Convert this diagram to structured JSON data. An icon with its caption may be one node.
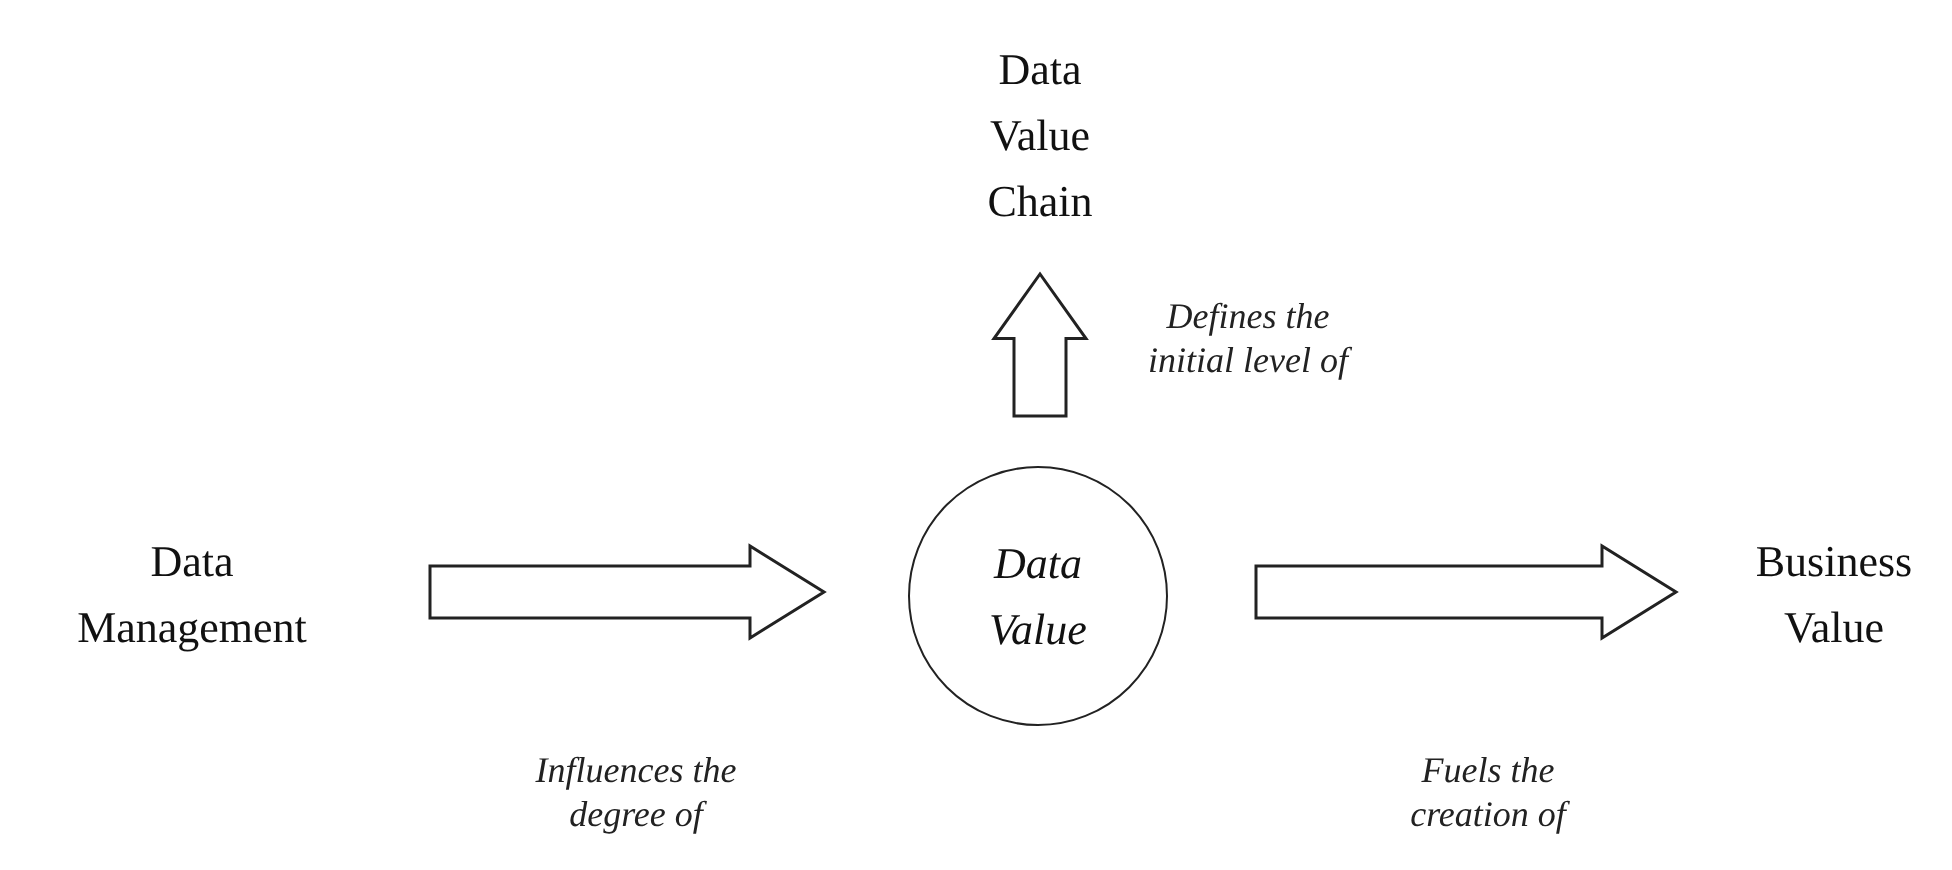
{
  "diagram": {
    "nodes": [
      {
        "text": [
          "Data Management"
        ]
      },
      {
        "text": [
          "Data Value"
        ]
      },
      {
        "text": [
          "Data Value Chain"
        ]
      },
      {
        "text": [
          "Business Value"
        ]
      }
    ],
    "edges": [
      {
        "from": 0,
        "to": 1,
        "arrow": "to",
        "label": "Influences the degree of"
      },
      {
        "from": 1,
        "to": 2,
        "arrow": "to",
        "label": "Defines the initial level of"
      },
      {
        "from": 1,
        "to": 3,
        "arrow": "to",
        "label": "Fuels the creation of"
      }
    ]
  }
}
